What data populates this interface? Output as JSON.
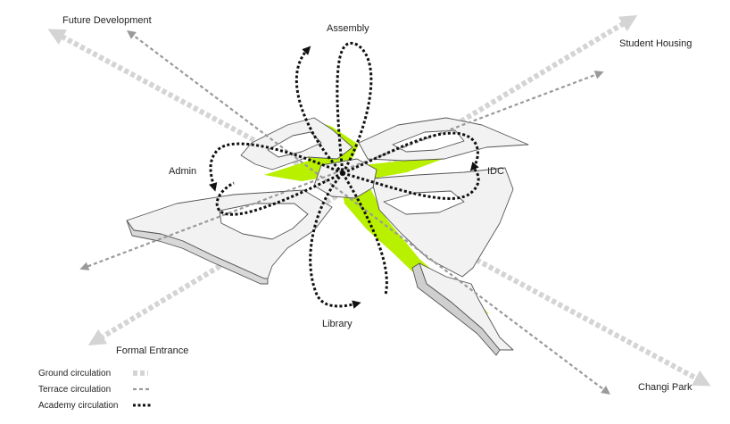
{
  "labels": {
    "future_development": "Future Development",
    "assembly": "Assembly",
    "student_housing": "Student Housing",
    "admin": "Admin",
    "idc": "IDC",
    "library": "Library",
    "formal_entrance": "Formal Entrance",
    "changi_park": "Changi Park"
  },
  "legend": {
    "ground": "Ground circulation",
    "terrace": "Terrace circulation",
    "academy": "Academy circulation"
  },
  "colors": {
    "ground": "#d4d4d4",
    "terrace": "#9a9a9a",
    "academy": "#111111",
    "green": "#b8f000",
    "building_fill": "#f2f2f2",
    "building_stroke": "#555555"
  }
}
